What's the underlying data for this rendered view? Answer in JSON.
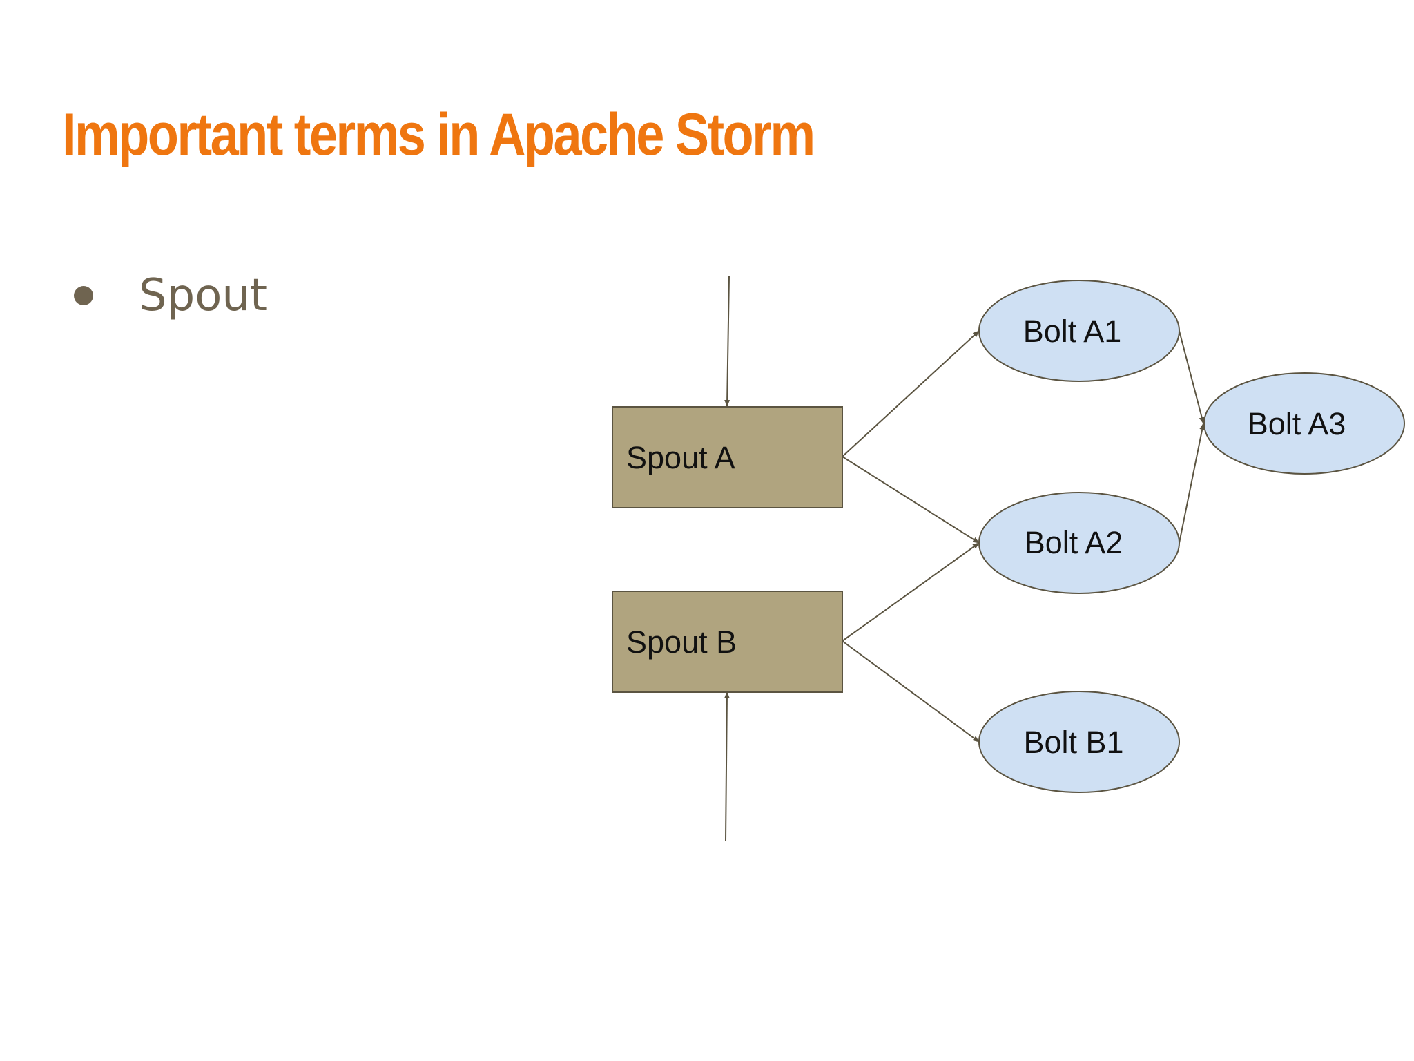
{
  "slide": {
    "title": "Important terms in Apache Storm",
    "bullets": [
      "Spout"
    ]
  },
  "diagram": {
    "spouts": [
      {
        "id": "spout-a",
        "label": "Spout A"
      },
      {
        "id": "spout-b",
        "label": "Spout B"
      }
    ],
    "bolts": [
      {
        "id": "bolt-a1",
        "label": "Bolt A1"
      },
      {
        "id": "bolt-a2",
        "label": "Bolt A2"
      },
      {
        "id": "bolt-a3",
        "label": "Bolt A3"
      },
      {
        "id": "bolt-b1",
        "label": "Bolt B1"
      }
    ],
    "edges": [
      {
        "from": "external-input-a",
        "to": "spout-a"
      },
      {
        "from": "external-input-b",
        "to": "spout-b"
      },
      {
        "from": "spout-a",
        "to": "bolt-a1"
      },
      {
        "from": "spout-a",
        "to": "bolt-a2"
      },
      {
        "from": "spout-b",
        "to": "bolt-a2"
      },
      {
        "from": "spout-b",
        "to": "bolt-b1"
      },
      {
        "from": "bolt-a1",
        "to": "bolt-a3"
      },
      {
        "from": "bolt-a2",
        "to": "bolt-a3"
      }
    ]
  },
  "colors": {
    "title": "#ef7610",
    "bullet_text": "#6f6450",
    "spout_fill": "#b0a47f",
    "spout_stroke": "#5b5441",
    "bolt_fill": "#cfe0f3",
    "bolt_stroke": "#5b5441",
    "edge": "#5b5441",
    "node_text": "#111111"
  }
}
